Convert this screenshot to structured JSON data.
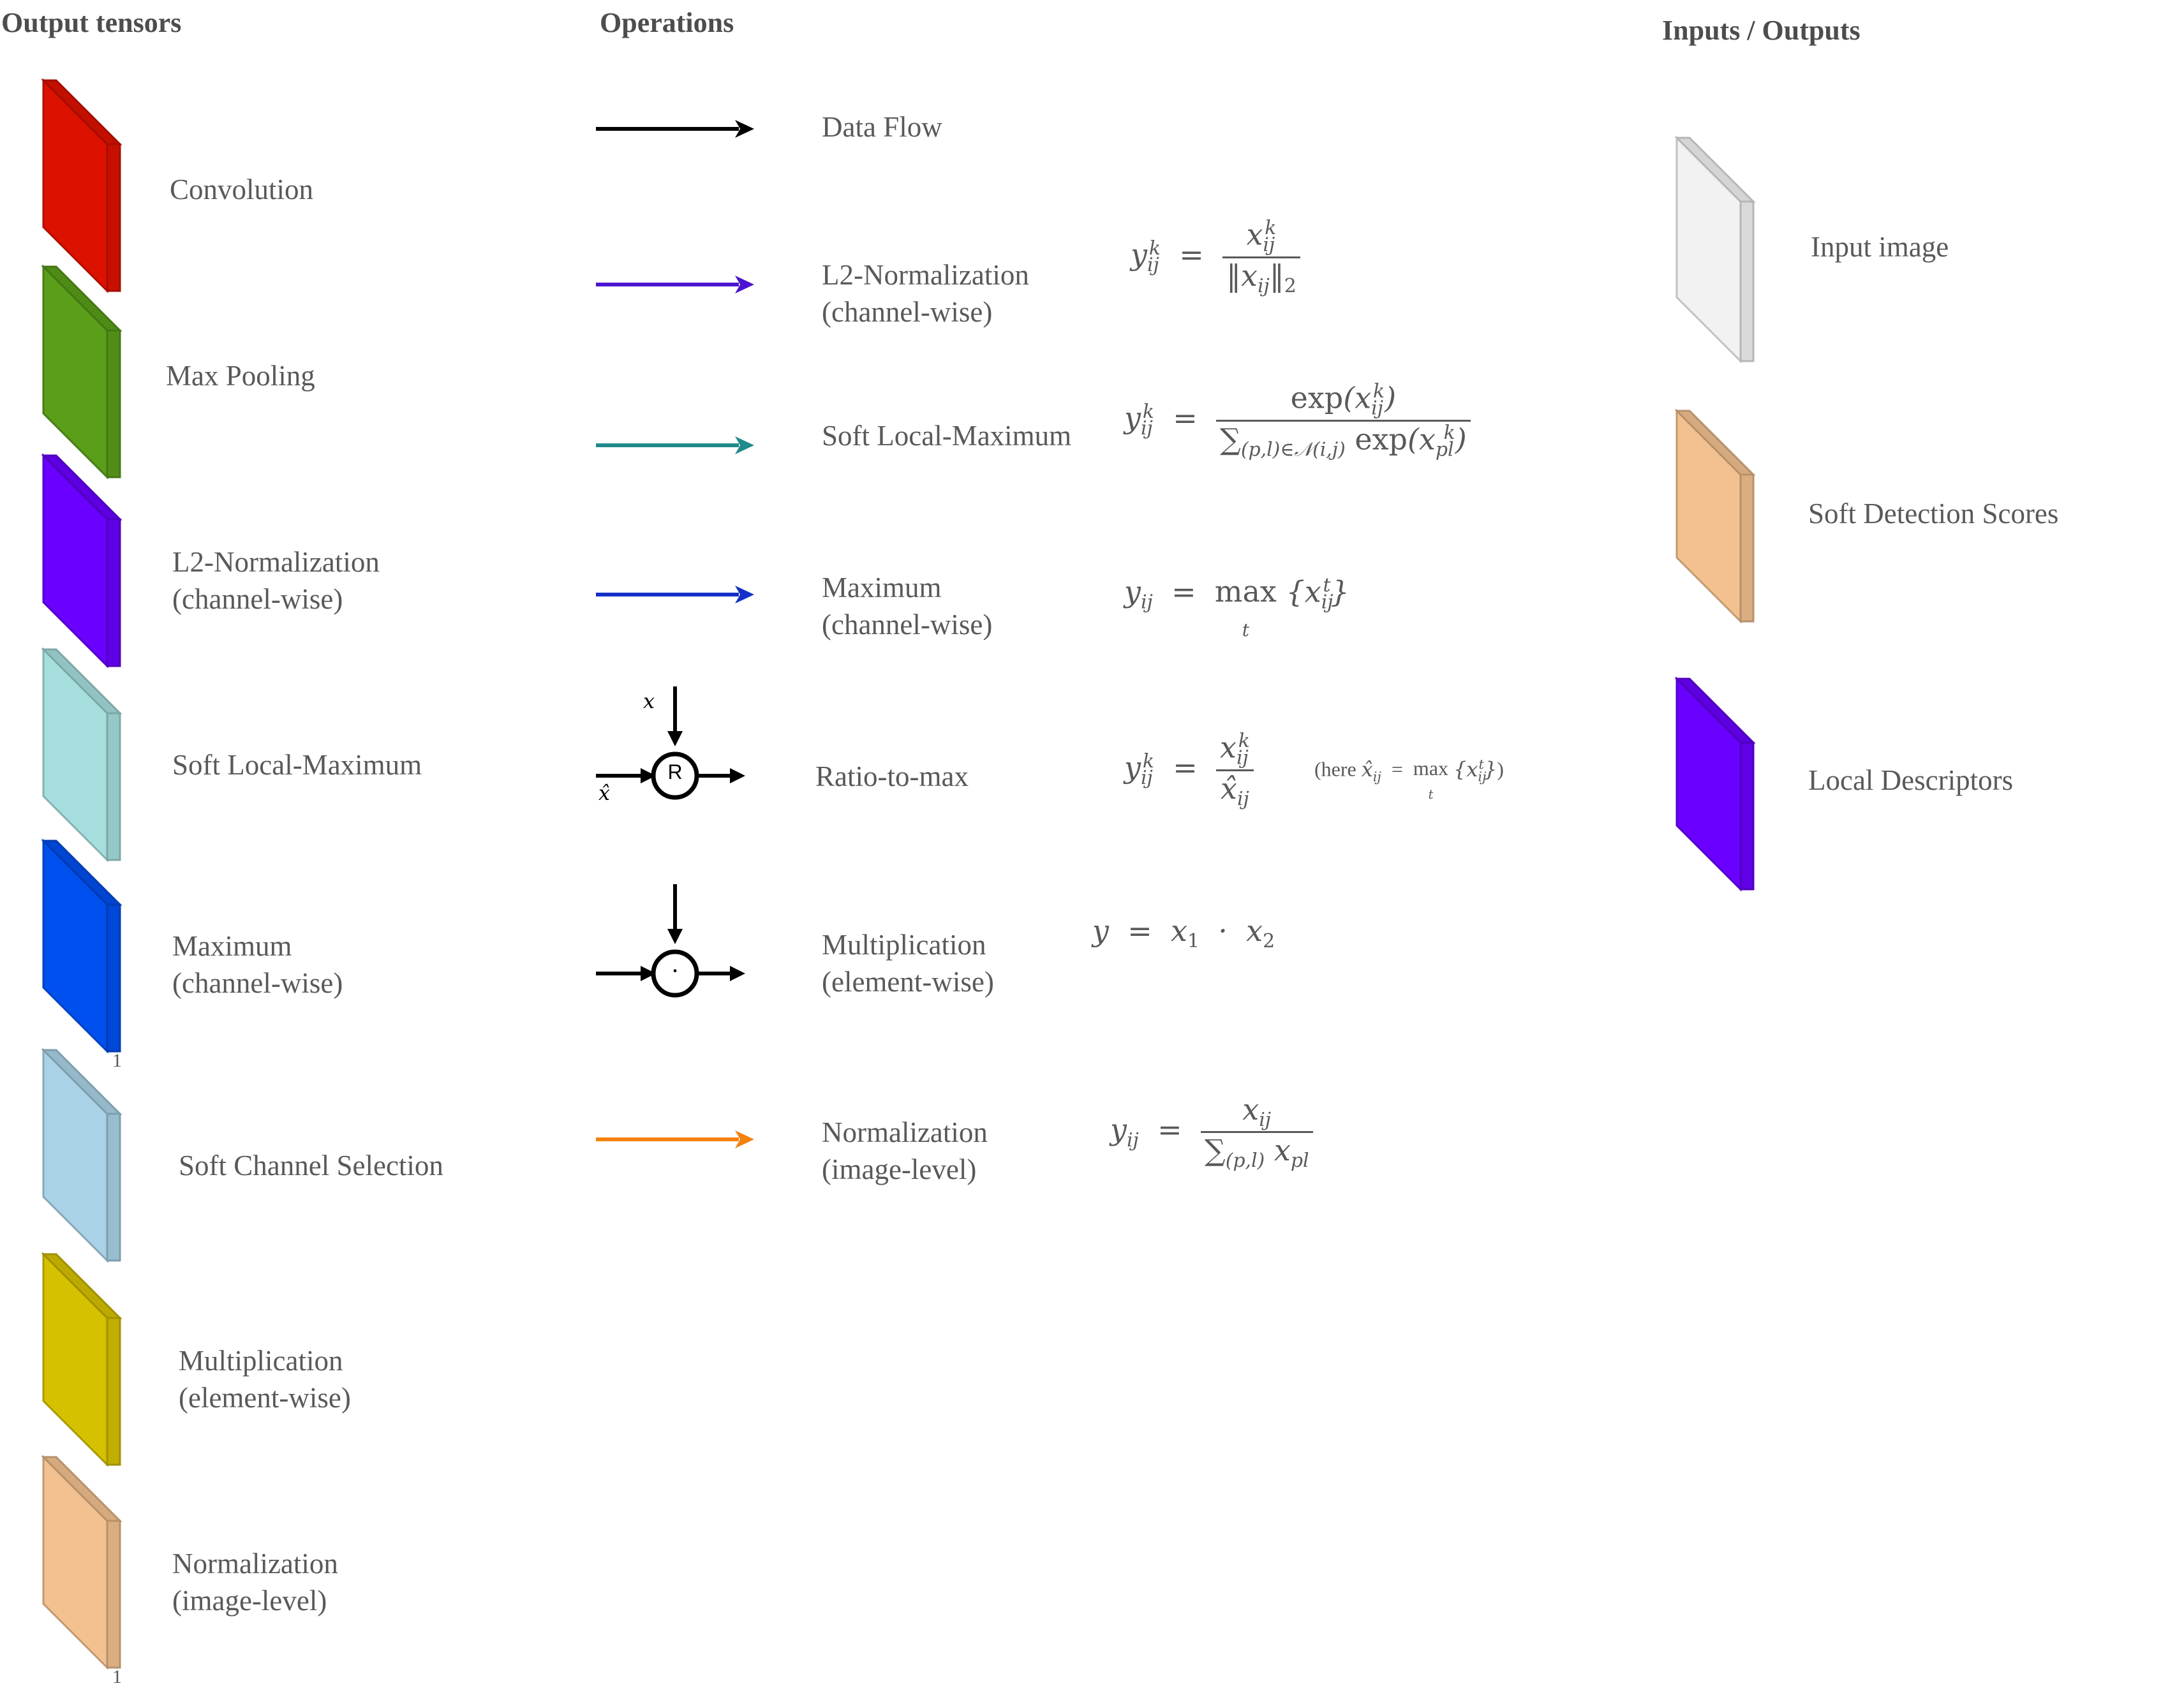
{
  "headers": {
    "output_tensors": "Output tensors",
    "operations": "Operations",
    "inputs_outputs": "Inputs / Outputs"
  },
  "tensors": [
    {
      "label_1": "Convolution",
      "label_2": "",
      "color": "#dd1100"
    },
    {
      "label_1": "Max Pooling",
      "label_2": "",
      "color": "#5b9e1a"
    },
    {
      "label_1": "L2-Normalization",
      "label_2": "(channel-wise)",
      "color": "#6a00ff"
    },
    {
      "label_1": "Soft Local-Maximum",
      "label_2": "",
      "color": "#a6dede"
    },
    {
      "label_1": "Maximum",
      "label_2": "(channel-wise)",
      "color": "#0050ef",
      "footnote": "1"
    },
    {
      "label_1": "Soft Channel Selection",
      "label_2": "",
      "color": "#a9d2e6"
    },
    {
      "label_1": "Multiplication",
      "label_2": "(element-wise)",
      "color": "#d6c100"
    },
    {
      "label_1": "Normalization",
      "label_2": "(image-level)",
      "color": "#f2c18f",
      "footnote": "1"
    }
  ],
  "operations": [
    {
      "label_1": "Data Flow",
      "label_2": "",
      "arrow_color": "#000000"
    },
    {
      "label_1": "L2-Normalization",
      "label_2": "(channel-wise)",
      "arrow_color": "#4c14d0"
    },
    {
      "label_1": "Soft Local-Maximum",
      "label_2": "",
      "arrow_color": "#1f8a8a"
    },
    {
      "label_1": "Maximum",
      "label_2": "(channel-wise)",
      "arrow_color": "#1530c8"
    },
    {
      "label_1": "Ratio-to-max",
      "label_2": "",
      "node_symbol": "R",
      "input_top": "x",
      "input_left": "x̂"
    },
    {
      "label_1": "Multiplication",
      "label_2": "(element-wise)",
      "node_symbol": "·"
    },
    {
      "label_1": "Normalization",
      "label_2": "(image-level)",
      "arrow_color": "#f5820f"
    }
  ],
  "equations": {
    "ratio_note_prefix": "(here ",
    "ratio_note_suffix": ")",
    "max_word": "max",
    "exp_word": "exp"
  },
  "io": [
    {
      "label": "Input image",
      "color": "#f2f2f2"
    },
    {
      "label": "Soft Detection Scores",
      "color": "#f2c18f"
    },
    {
      "label": "Local Descriptors",
      "color": "#6a00ff"
    }
  ]
}
